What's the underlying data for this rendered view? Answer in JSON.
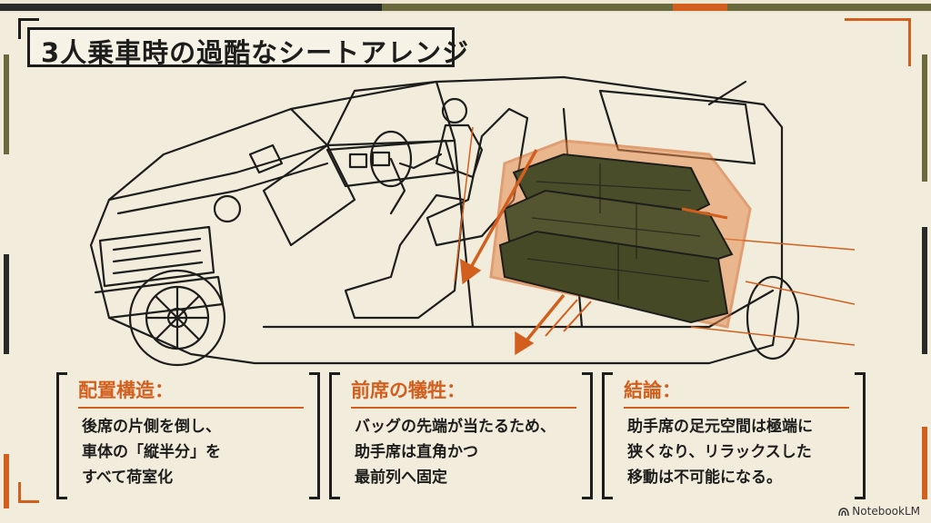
{
  "title": "3人乗車時の過酷なシートアレンジ",
  "colors": {
    "accent_orange": "#d35f1e",
    "olive": "#4a4d2a",
    "ink": "#1d1d1b",
    "paper": "#f1ecdc"
  },
  "panels": [
    {
      "heading": "配置構造：",
      "lines": [
        "後席の片側を倒し、",
        "車体の「縦半分」を",
        "すべて荷室化"
      ]
    },
    {
      "heading": "前席の犠牲：",
      "lines": [
        "バッグの先端が当たるため、",
        "助手席は直角かつ",
        "最前列へ固定"
      ]
    },
    {
      "heading": "結論：",
      "lines": [
        "助手席の足元空間は極端に",
        "狭くなり、リラックスした",
        "移動は不可能になる。"
      ]
    }
  ],
  "logo": {
    "text": "NotebookLM",
    "icon": "notebooklm-logo-icon"
  }
}
